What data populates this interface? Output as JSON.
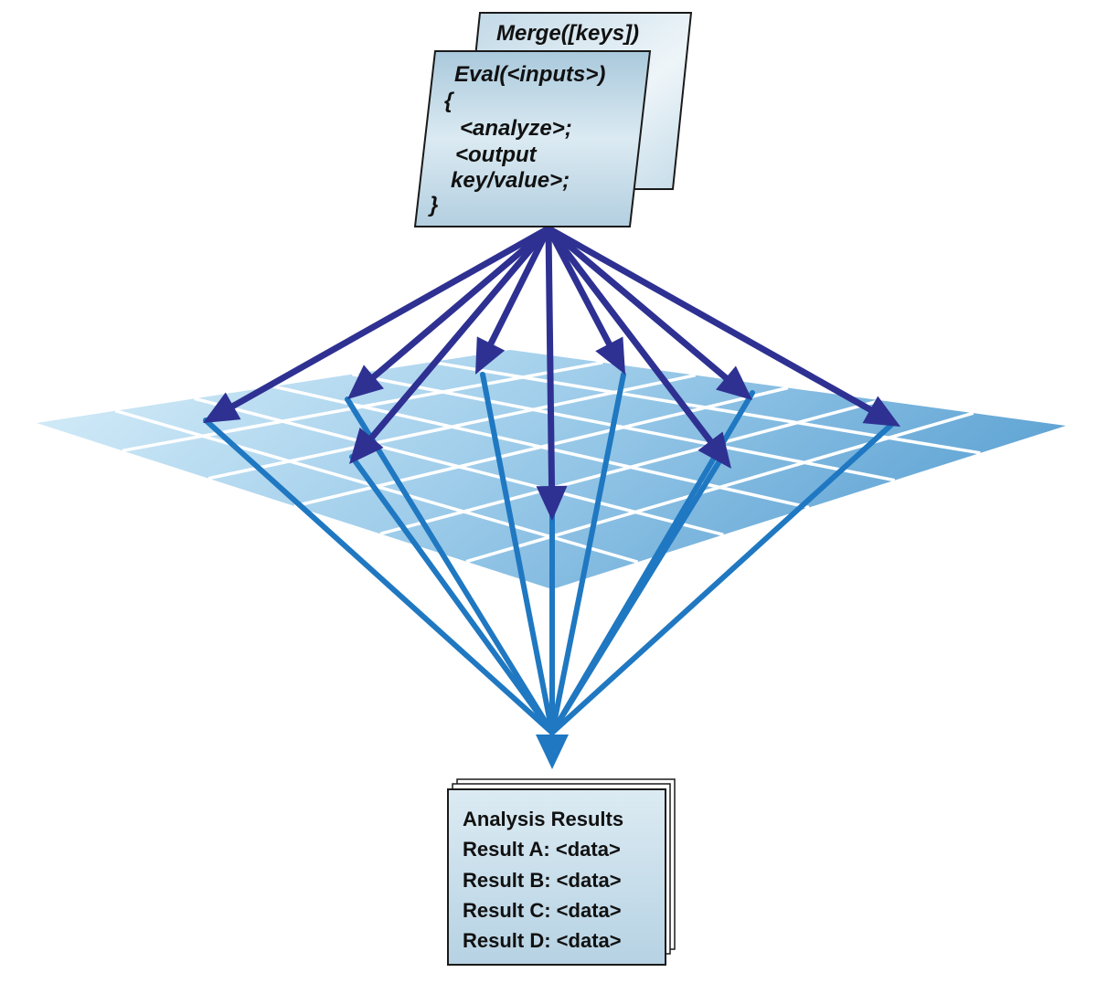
{
  "merge_card": {
    "title": "Merge([keys])"
  },
  "eval_card": {
    "lines": [
      "Eval(<inputs>)",
      "{",
      "<analyze>;",
      "<output",
      "key/value>;",
      "}"
    ]
  },
  "results_card": {
    "title": "Analysis Results",
    "lines": [
      "Result A: <data>",
      "Result B: <data>",
      "Result C: <data>",
      "Result D: <data>"
    ]
  },
  "colors": {
    "scatter_arrows": "#2e3192",
    "gather_arrows": "#1f78c1",
    "grid_light": "#d7eef9",
    "grid_dark": "#5aa1d3",
    "card_fill": "#cbe2ee"
  }
}
